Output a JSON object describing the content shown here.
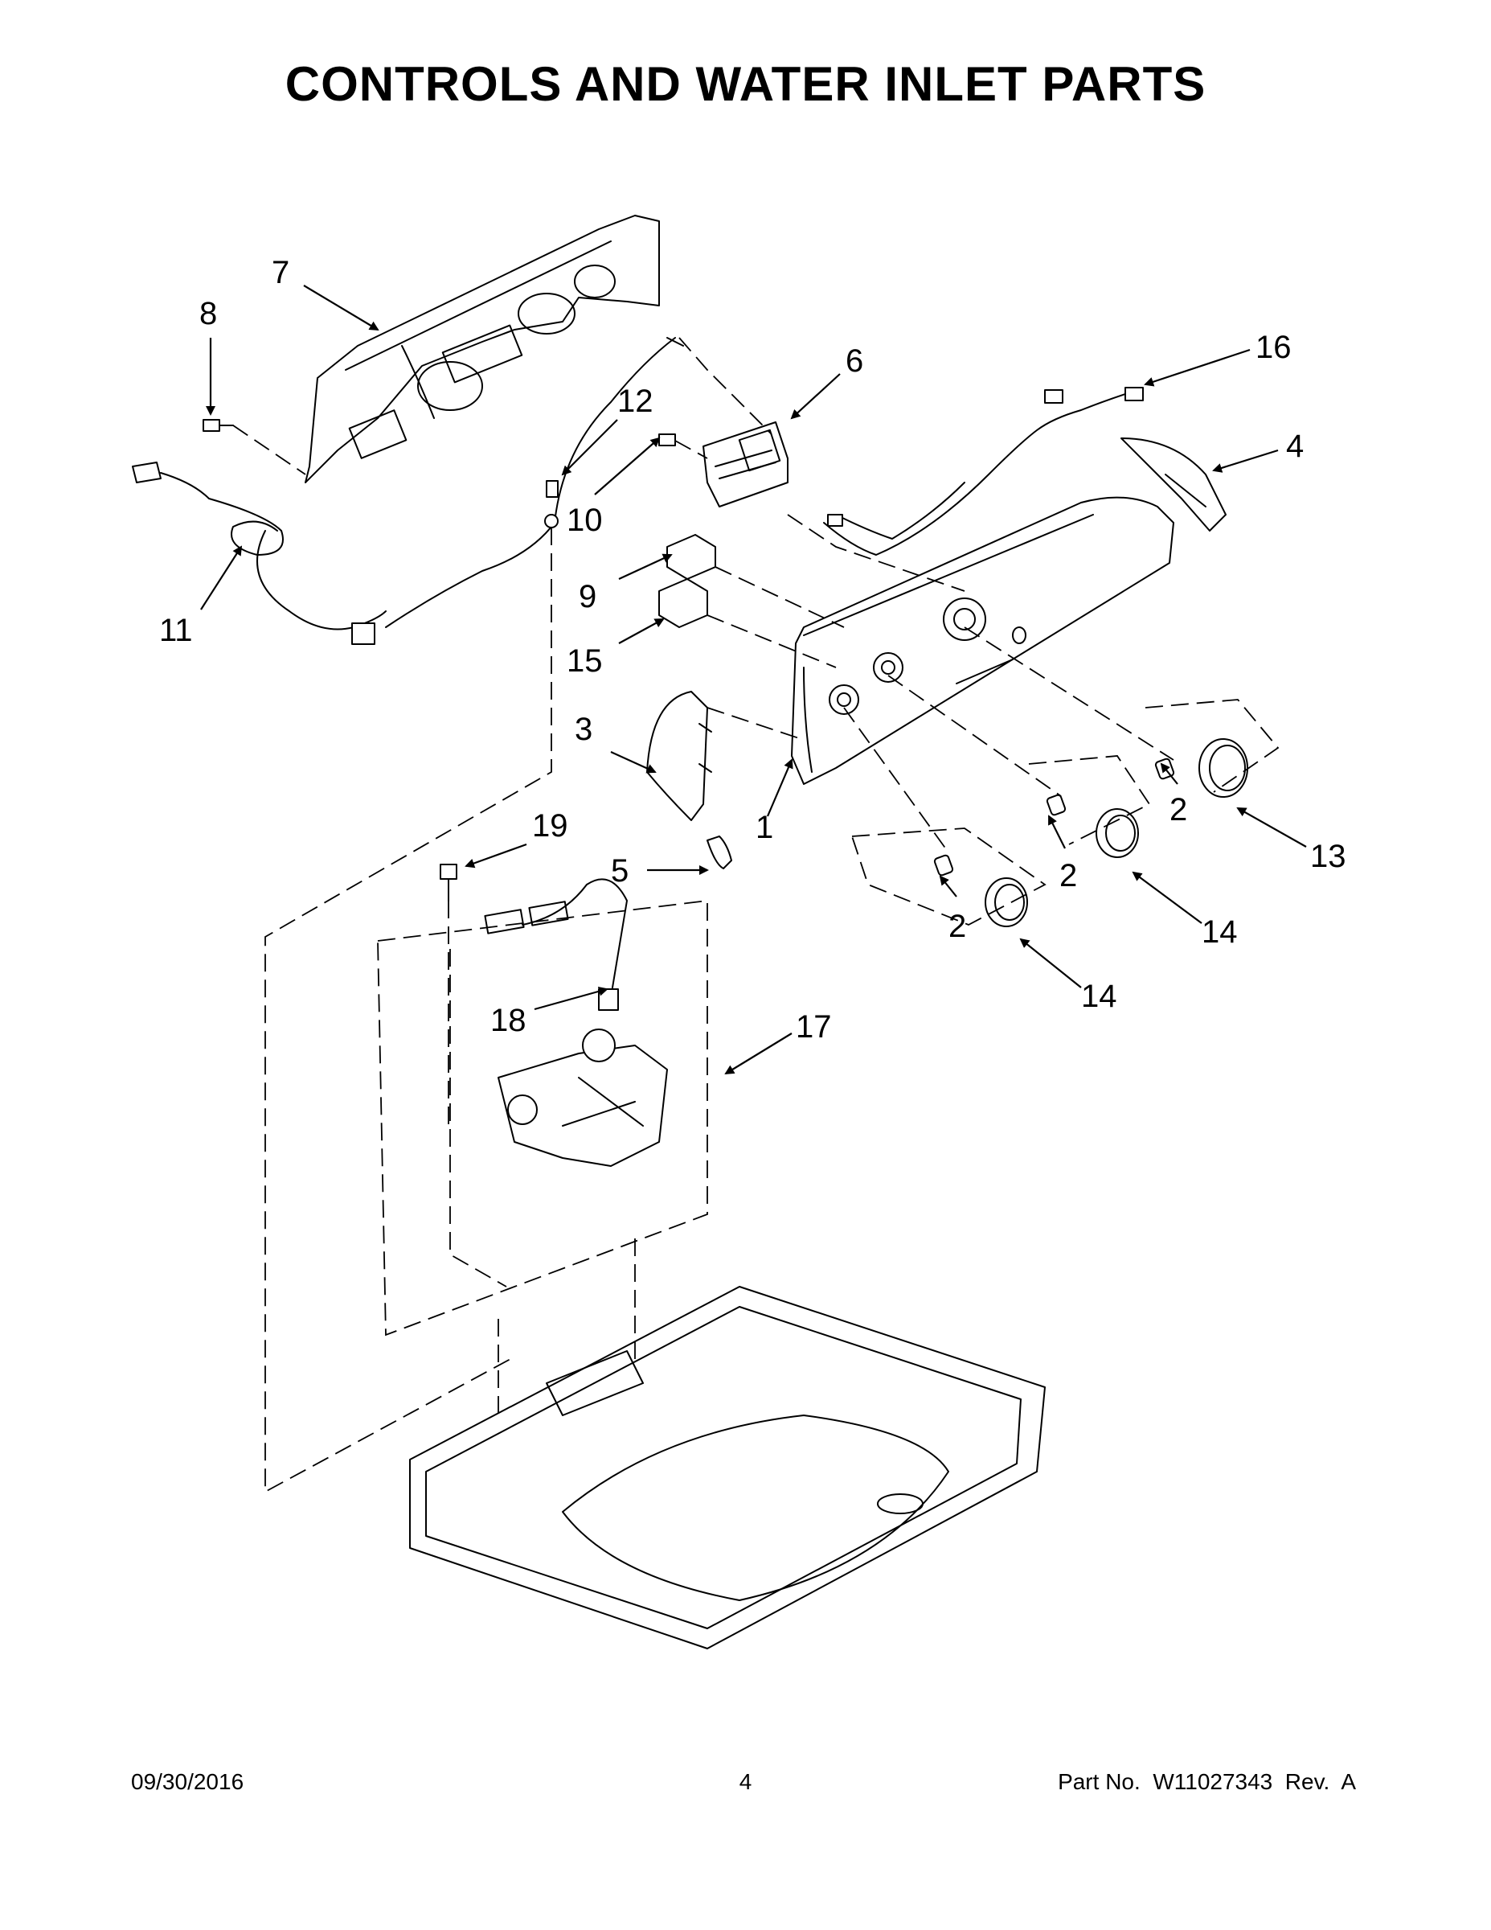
{
  "page": {
    "title": "CONTROLS AND WATER INLET PARTS",
    "footer": {
      "date": "09/30/2016",
      "page_number": "4",
      "part_number": "Part No.  W11027343  Rev.  A"
    }
  },
  "callouts": {
    "c1": "1",
    "c2a": "2",
    "c2b": "2",
    "c2c": "2",
    "c3": "3",
    "c4": "4",
    "c5": "5",
    "c6": "6",
    "c7": "7",
    "c8": "8",
    "c9": "9",
    "c10": "10",
    "c11": "11",
    "c12": "12",
    "c13": "13",
    "c14a": "14",
    "c14b": "14",
    "c15": "15",
    "c16": "16",
    "c17": "17",
    "c18": "18",
    "c19": "19"
  },
  "colors": {
    "line": "#000000",
    "fill": "#ffffff",
    "shade": "#d9d9d9"
  }
}
